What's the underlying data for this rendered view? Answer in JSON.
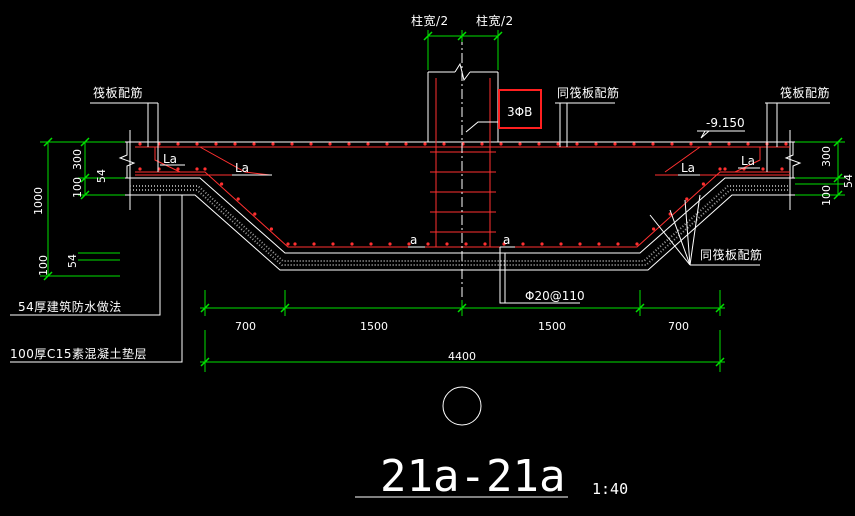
{
  "labels": {
    "col_half_left": "柱宽/2",
    "col_half_right": "柱宽/2",
    "raft_rebar_left": "筏板配筋",
    "raft_rebar_right": "筏板配筋",
    "same_raft_rebar_top": "同筏板配筋",
    "same_raft_rebar_bottom": "同筏板配筋",
    "stirrup_spec": "3ΦB",
    "elevation": "-9.150",
    "la_1": "La",
    "la_2": "La",
    "la_3": "La",
    "la_4": "La",
    "a_left": "a",
    "a_right": "a",
    "rebar_spec": "Φ20@110",
    "waterproof": "54厚建筑防水做法",
    "cushion": "100厚C15素混凝土垫层"
  },
  "dimensions": {
    "left_300": "300",
    "left_100": "100",
    "left_54": "54",
    "left_1000": "1000",
    "left_lower_100": "100",
    "left_lower_54": "54",
    "right_300": "300",
    "right_54": "54",
    "right_100": "100",
    "seg_1": "700",
    "seg_2": "1500",
    "seg_3": "1500",
    "seg_4": "700",
    "total": "4400"
  },
  "title": {
    "section": "21a-21a",
    "scale": "1:40"
  },
  "colors": {
    "background": "#000000",
    "concrete": "#ffffff",
    "rebar": "#ff3030",
    "dimension": "#00e000",
    "highlight": "#ff2020",
    "text": "#ffffff"
  }
}
